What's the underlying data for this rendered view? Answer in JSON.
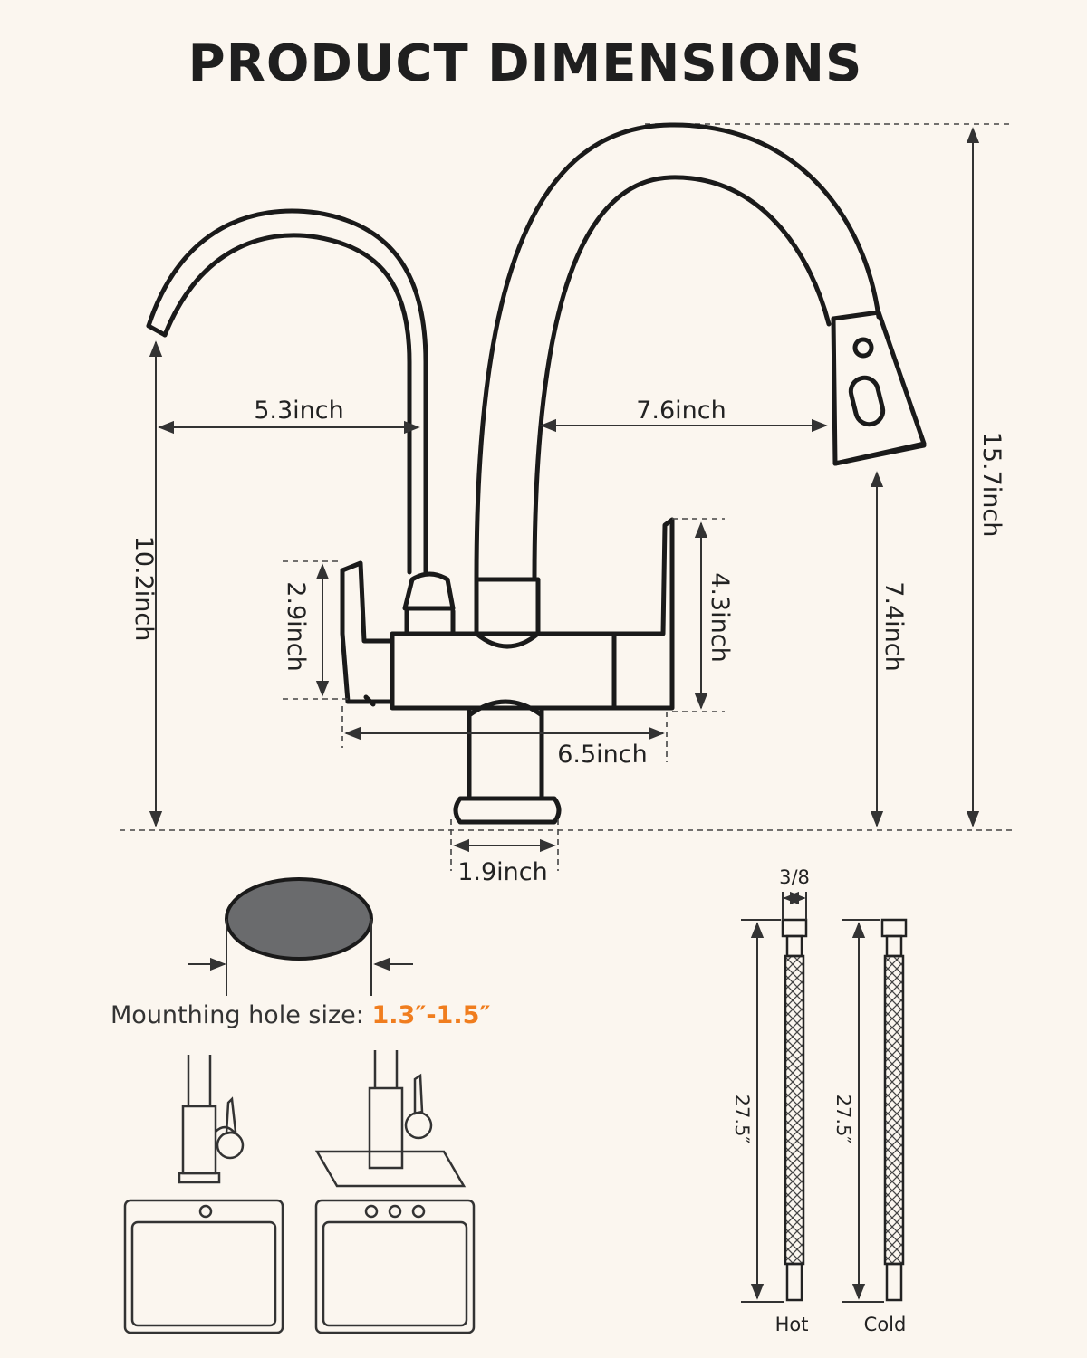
{
  "title": "PRODUCT DIMENSIONS",
  "dimensions": {
    "filter_reach": "5.3inch",
    "spout_reach": "7.6inch",
    "total_height": "15.7inch",
    "filter_height": "10.2inch",
    "spout_clearance": "7.4inch",
    "left_handle_height": "2.9inch",
    "right_handle_height": "4.3inch",
    "body_width": "6.5inch",
    "base_diameter": "1.9inch"
  },
  "mounting": {
    "label": "Mounthing hole size: ",
    "range": "1.3″-1.5″"
  },
  "hoses": {
    "thread": "3/8",
    "hot_length": "27.5″",
    "cold_length": "27.5″",
    "hot_label": "Hot",
    "cold_label": "Cold"
  },
  "colors": {
    "background": "#fbf6ef",
    "accent": "#f07d1e",
    "hole_fill": "#6a6b6d"
  }
}
